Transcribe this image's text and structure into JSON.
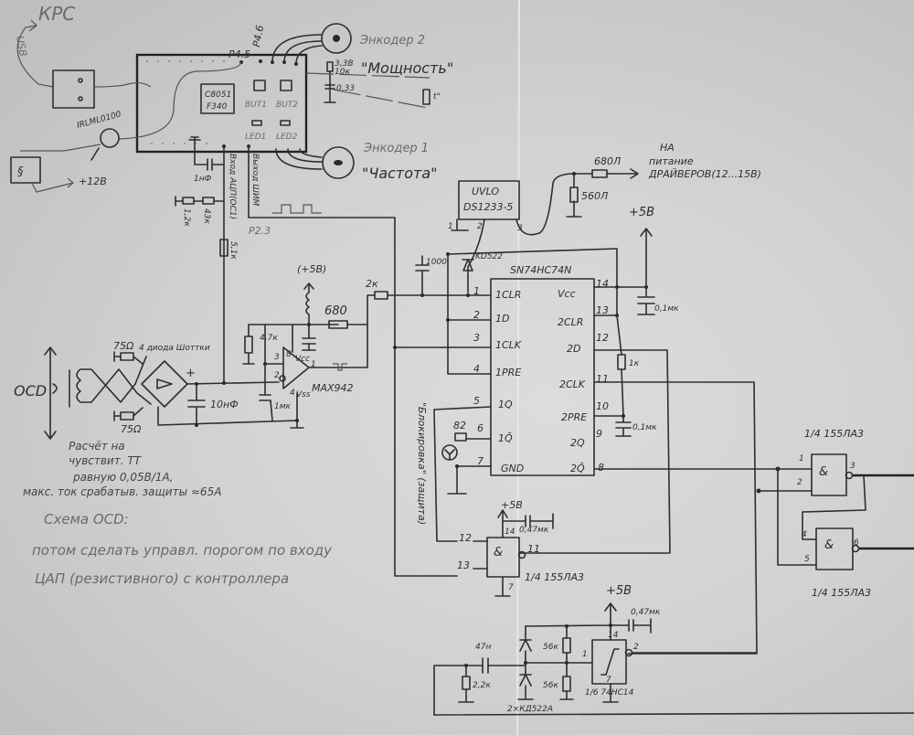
{
  "title": "Hand-drawn schematic: controller, OCD protection, SN74HC74N latch, 155LA3 gates",
  "mcu": {
    "pc_label": "КРС",
    "usb_label": "USB",
    "chip_line1": "C8051",
    "chip_line2": "F340",
    "but1": "BUT1",
    "but2": "BUT2",
    "led1": "LED1",
    "led2": "LED2",
    "pin_p45": "P4.5",
    "pin_p46": "P4.6",
    "pin_p23": "P2.3",
    "adc_label": "Вход АЦП(ОС1)",
    "pwm_label": "Выход ШИМ",
    "c_1nf": "1нФ",
    "r_12k": "1,2к",
    "r_43k": "43к",
    "r_51k": "5,1к",
    "mosfet": "IRLML0100",
    "supply_12v": "+12В"
  },
  "encoders": {
    "enc2_name": "Энкодер 2",
    "enc2_func": "\"Мощность\"",
    "enc1_name": "Энкодер 1",
    "enc1_func": "\"Частота\"",
    "pot_supply": "3,3В",
    "pot_value": "10к",
    "cap_value": "0,33",
    "thermistor": "t°"
  },
  "uvlo": {
    "line1": "UVLO",
    "line2": "DS1233-5",
    "pin1": "1",
    "pin2": "2",
    "pin3": "3",
    "r_680": "680Л",
    "r_560": "560Л",
    "dest_line1": "НА",
    "dest_line2": "питание",
    "dest_line3": "ДРАЙВЕРОВ(12...15В)",
    "vcc": "+5В"
  },
  "flipflop": {
    "part": "SN74HC74N",
    "c_1000": "1000",
    "diode": "KD522",
    "left_pins": [
      {
        "num": "1",
        "name": "1CLR"
      },
      {
        "num": "2",
        "name": "1D"
      },
      {
        "num": "3",
        "name": "1CLK"
      },
      {
        "num": "4",
        "name": "1PRE"
      },
      {
        "num": "5",
        "name": "1Q"
      },
      {
        "num": "6",
        "name": "1Q̄"
      },
      {
        "num": "7",
        "name": "GND"
      }
    ],
    "right_pins": [
      {
        "num": "14",
        "name": "Vcc"
      },
      {
        "num": "13",
        "name": "2CLR"
      },
      {
        "num": "12",
        "name": "2D"
      },
      {
        "num": "11",
        "name": "2CLK"
      },
      {
        "num": "10",
        "name": "2PRE"
      },
      {
        "num": "9",
        "name": "2Q"
      },
      {
        "num": "8",
        "name": "2Q̄"
      }
    ],
    "c_vcc": "0,1мк",
    "r_1k": "1к",
    "c_pre": "0,1мк",
    "r_led": "82",
    "block_label": "\"Блокировка\" (защита)"
  },
  "ocd": {
    "label": "OCD",
    "r_top": "75Ω",
    "r_bottom": "75Ω",
    "bridge": "4 диода Шоттки",
    "c_10nf": "10нФ",
    "r_47k": "4,7к",
    "c_1uf": "1мк",
    "comparator": "MAX942",
    "pin3": "3",
    "pin2": "2",
    "pin8": "8",
    "pin4": "4",
    "pin1": "1",
    "vcc_label": "Vcc",
    "vss_label": "Vss",
    "supply": "(+5В)",
    "r_680": "680",
    "r_2k": "2к"
  },
  "notes": {
    "line1": "Расчёт на",
    "line2": "чувствит. ТТ",
    "line3": "равную 0,05В/1А,",
    "line4": "макс. ток срабатыв. защиты ≈65А",
    "heading": "Схема OCD:",
    "todo1": "потом сделать управл. порогом по входу",
    "todo2": "ЦАП (резистивного) с контроллера"
  },
  "gate_low": {
    "pin12": "12",
    "pin13": "13",
    "pin11": "11",
    "pin14": "14",
    "pin7": "7",
    "symbol": "&",
    "part": "1/4 155ЛА3",
    "supply": "+5В",
    "cap": "0,47мк"
  },
  "gates_right": {
    "part_top": "1/4 155ЛА3",
    "part_bottom": "1/4 155ЛА3",
    "symbol": "&",
    "g1_pins": [
      "1",
      "2",
      "3"
    ],
    "g2_pins": [
      "4",
      "5",
      "6"
    ]
  },
  "schmitt": {
    "supply": "+5В",
    "cap": "0,47мк",
    "r_top": "56к",
    "r_bottom": "56к",
    "c_47n": "47н",
    "r_22k": "2,2к",
    "diodes": "2×КД522А",
    "part": "1/6 74HC14",
    "pin1": "1",
    "pin2": "2",
    "pin14": "14",
    "pin7": "7"
  }
}
